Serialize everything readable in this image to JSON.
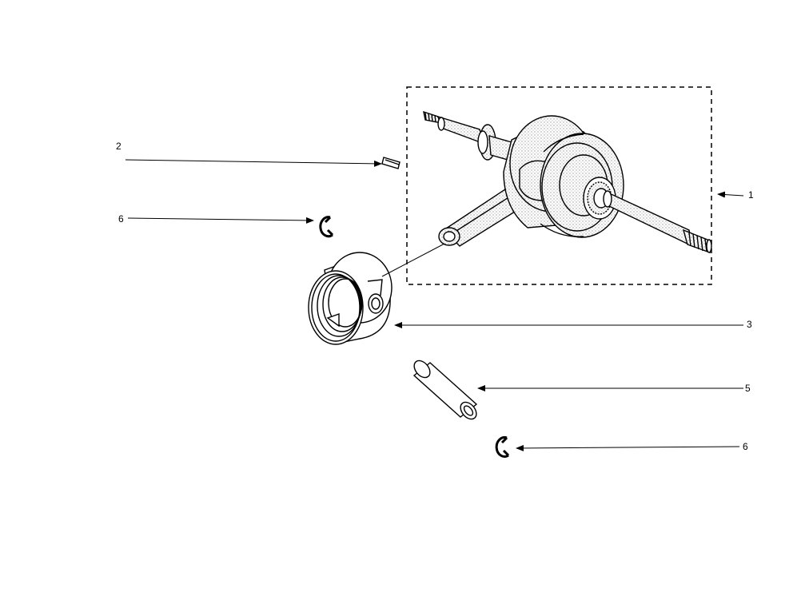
{
  "callouts": {
    "c1": "1",
    "c2": "2",
    "c3": "3",
    "c5": "5",
    "c6a": "6",
    "c6b": "6"
  },
  "colors": {
    "line": "#000000",
    "stipple": "#c8c8c8",
    "background": "#ffffff"
  }
}
